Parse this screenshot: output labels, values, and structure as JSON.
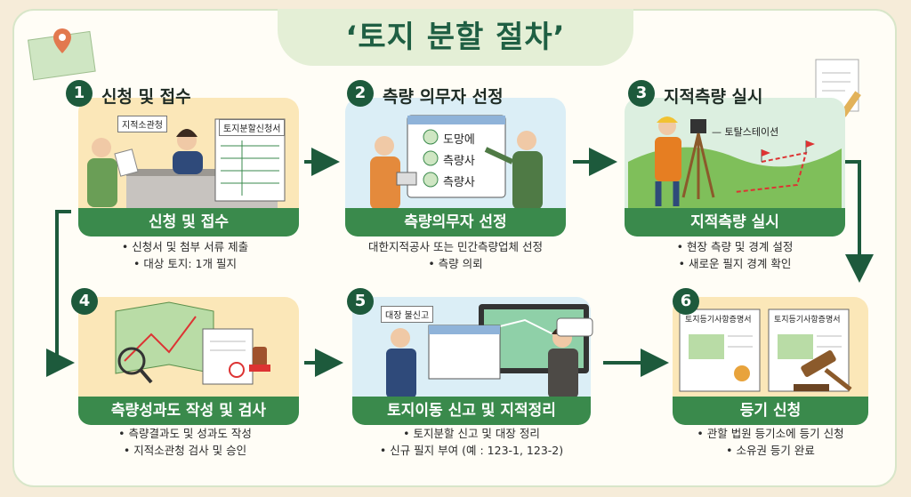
{
  "title": "‘토지 분할 절차’",
  "steps": [
    {
      "num": "1",
      "heading": "신청 및 접수",
      "band": "신청 및 접수",
      "bullets": [
        "• 신청서 및 첨부 서류 제출",
        "• 대상 토지: 1개 필지"
      ],
      "labels": {
        "office": "지적소관청",
        "form": "토지분할신청서"
      }
    },
    {
      "num": "2",
      "heading": "측량 의무자 선정",
      "band": "측량의무자 선정",
      "bullets": [
        "대한지적공사 또는 민간측량업체 선정",
        "• 측량 의뢰"
      ],
      "options": [
        "도망에",
        "측량사",
        "측량사"
      ]
    },
    {
      "num": "3",
      "heading": "지적측량 실시",
      "band": "지적측량 실시",
      "bullets": [
        "• 현장 측량 및 경계 설정",
        "• 새로운 필지 경계 확인"
      ],
      "labels": {
        "station": "— 토탈스테이션"
      }
    },
    {
      "num": "4",
      "heading": "",
      "band": "측량성과도 작성 및 검사",
      "bullets": [
        "• 측량결과도 및 성과도 작성",
        "• 지적소관청 검사 및 승인"
      ]
    },
    {
      "num": "5",
      "heading": "",
      "band": "토지이동 신고 및 지적정리",
      "bullets": [
        "• 토지분할 신고 및 대장 정리",
        "• 신규 필지 부여 (예 : 123-1, 123-2)"
      ],
      "labels": {
        "report": "대장 불신고"
      }
    },
    {
      "num": "6",
      "heading": "",
      "band": "등기 신청",
      "bullets": [
        "• 관할 법원 등기소에 등기 신청",
        "• 소유권 등기 완료"
      ],
      "labels": {
        "cert_a": "토지등기사항증명서",
        "cert_b": "토지등기사항증명서"
      }
    }
  ],
  "colors": {
    "accent": "#3a8a4c",
    "dark": "#1d5a3c",
    "warm": "#fbe7b8",
    "cool": "#dbeef6"
  }
}
